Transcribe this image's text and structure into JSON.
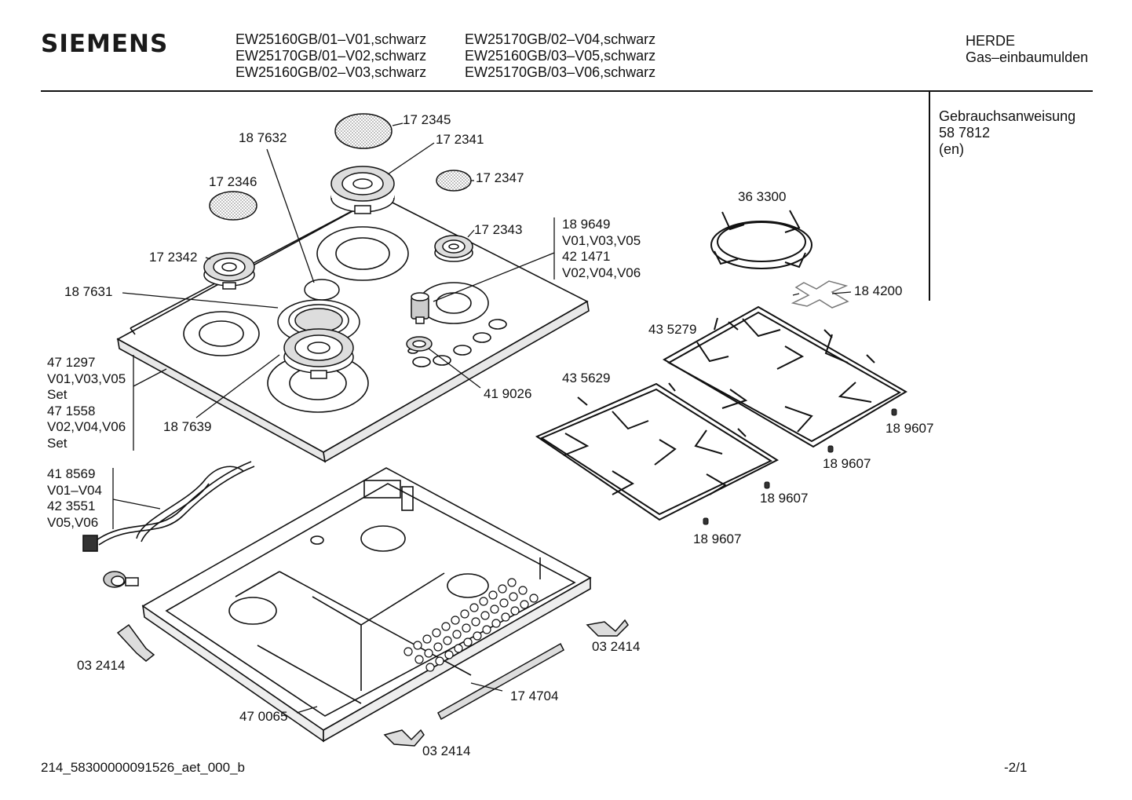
{
  "header": {
    "brand": "SIEMENS",
    "models_left": [
      "EW25160GB/01–V01,schwarz",
      "EW25170GB/01–V02,schwarz",
      "EW25160GB/02–V03,schwarz"
    ],
    "models_right": [
      "EW25170GB/02–V04,schwarz",
      "EW25160GB/03–V05,schwarz",
      "EW25170GB/03–V06,schwarz"
    ],
    "category": [
      "HERDE",
      "Gas–einbaumulden"
    ]
  },
  "manual": {
    "title": "Gebrauchsanweisung",
    "number": "58 7812",
    "language": "(en)"
  },
  "parts": {
    "p172345": "17 2345",
    "p172341": "17 2341",
    "p187632": "18 7632",
    "p172346": "17 2346",
    "p172347": "17 2347",
    "p172343": "17 2343",
    "p172342": "17 2342",
    "p187631": "18 7631",
    "valve": [
      "18 9649",
      "V01,V03,V05",
      "42 1471",
      "V02,V04,V06"
    ],
    "p363300": "36 3300",
    "p184200": "18 4200",
    "p435279": "43 5279",
    "p435629": "43 5629",
    "p419026": "41 9026",
    "p187639": "18 7639",
    "seal_set": [
      "47 1297",
      "V01,V03,V05",
      "Set",
      "47 1558",
      "V02,V04,V06",
      "Set"
    ],
    "cable": [
      "41 8569",
      "V01–V04",
      "42 3551",
      "V05,V06"
    ],
    "foot_a": "18 9607",
    "foot_b": "18 9607",
    "foot_c": "18 9607",
    "foot_d": "18 9607",
    "clip_left": "03 2414",
    "clip_right": "03 2414",
    "clip_bottom": "03 2414",
    "strip": "17 4704",
    "tray": "47 0065"
  },
  "footer": {
    "drawing_id": "214_58300000091526_aet_000_b",
    "page": "-2/1"
  }
}
